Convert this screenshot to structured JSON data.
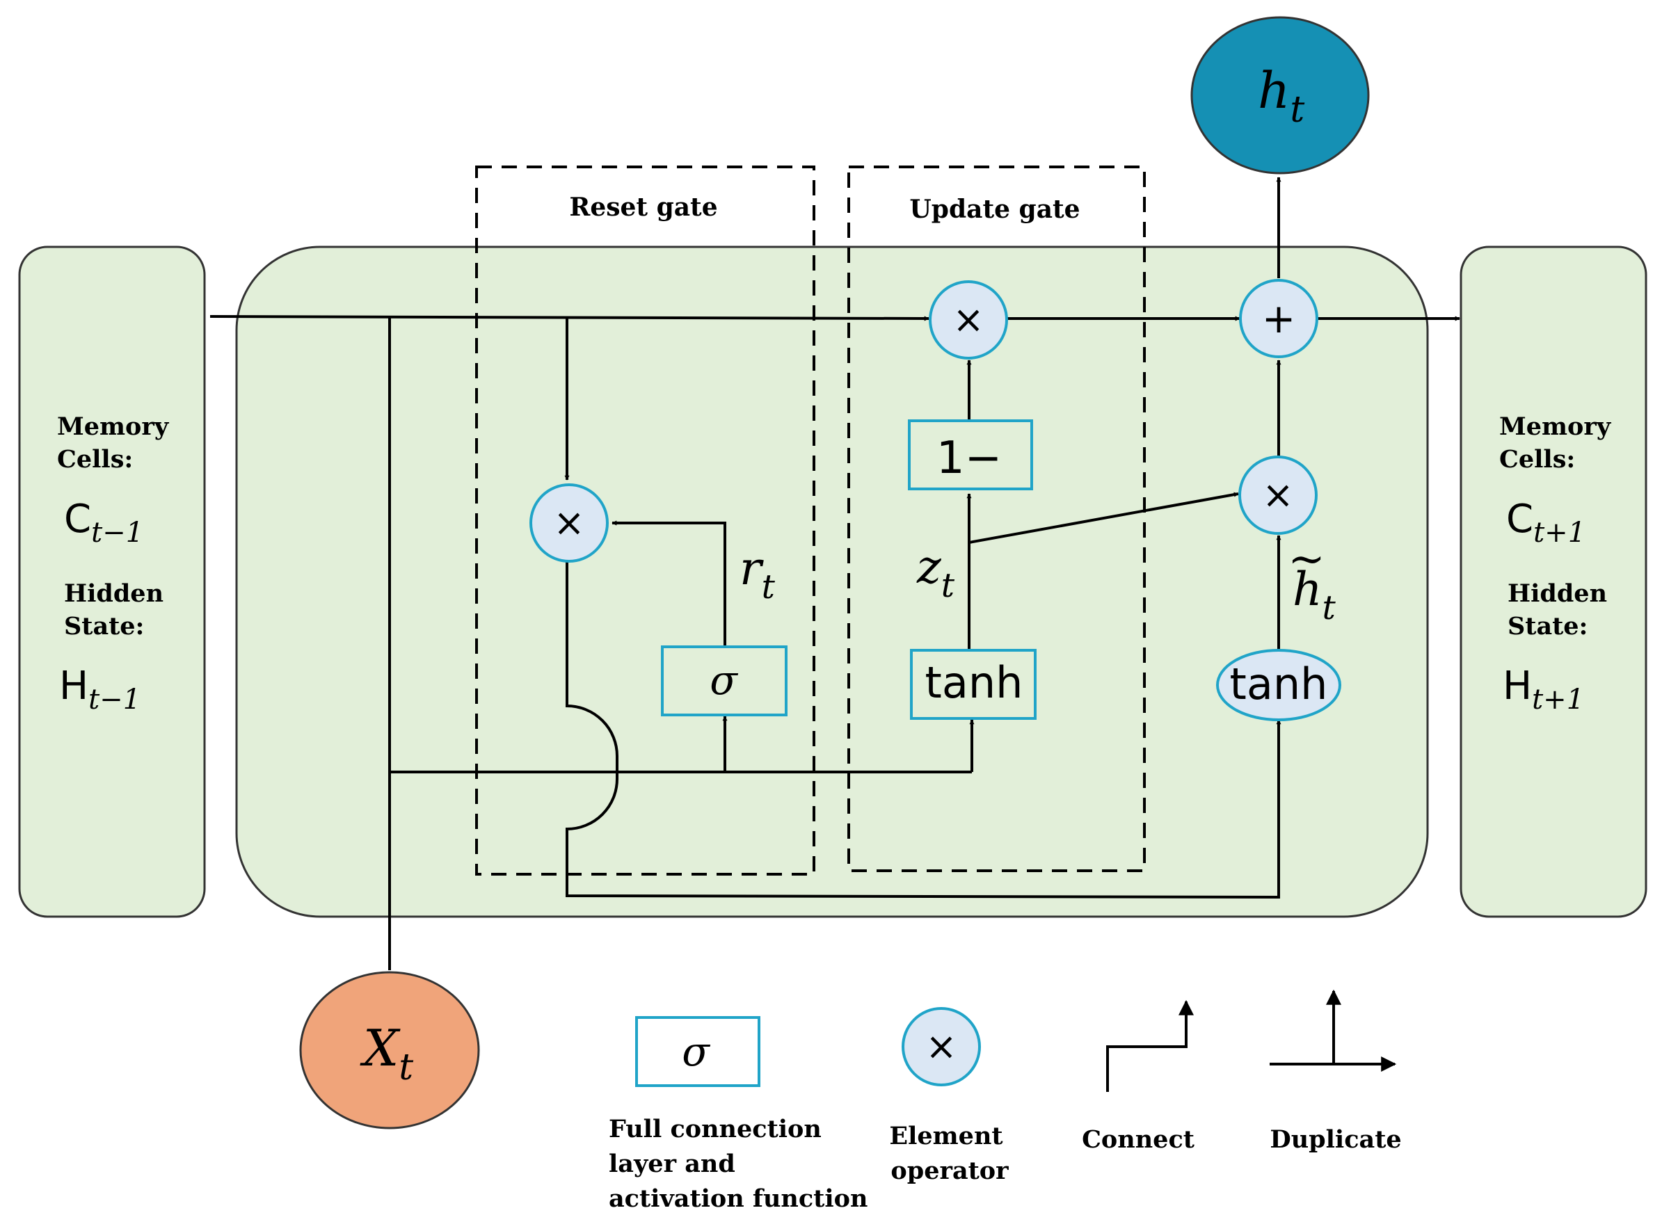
{
  "colors": {
    "panel_fill": "#e2efd9",
    "panel_stroke": "#333333",
    "op_fill": "#dbe7f4",
    "op_stroke": "#20a4c8",
    "box_stroke": "#20a4c8",
    "output_fill": "#1590b4",
    "input_fill": "#f0a47a",
    "line": "#000000"
  },
  "gates": {
    "reset": "Reset gate",
    "update": "Update gate"
  },
  "left_panel": {
    "memory_label_1": "Memory",
    "memory_label_2": "Cells:",
    "memory_symbol": "C",
    "memory_sub": "t−1",
    "hidden_label_1": "Hidden",
    "hidden_label_2": "State:",
    "hidden_symbol": "H",
    "hidden_sub": "t−1"
  },
  "right_panel": {
    "memory_label_1": "Memory",
    "memory_label_2": "Cells:",
    "memory_symbol": "C",
    "memory_sub": "t+1",
    "hidden_label_1": "Hidden",
    "hidden_label_2": "State:",
    "hidden_symbol": "H",
    "hidden_sub": "t+1"
  },
  "nodes": {
    "output_symbol": "h",
    "output_sub": "t",
    "input_symbol": "X",
    "input_sub": "t",
    "sigma": "σ",
    "one_minus": "1−",
    "tanh_update": "tanh",
    "tanh_candidate": "tanh",
    "multiply": "×",
    "plus": "+"
  },
  "signals": {
    "r_symbol": "r",
    "r_sub": "t",
    "z_symbol": "z",
    "z_sub": "t",
    "h_tilde_symbol": "h",
    "h_tilde_sub": "t",
    "tilde": "~"
  },
  "legend": {
    "fc_symbol": "σ",
    "fc_label_1": "Full connection",
    "fc_label_2": "layer and",
    "fc_label_3": "activation function",
    "op_symbol": "×",
    "op_label_1": "Element",
    "op_label_2": "operator",
    "connect_label": "Connect",
    "duplicate_label": "Duplicate"
  }
}
